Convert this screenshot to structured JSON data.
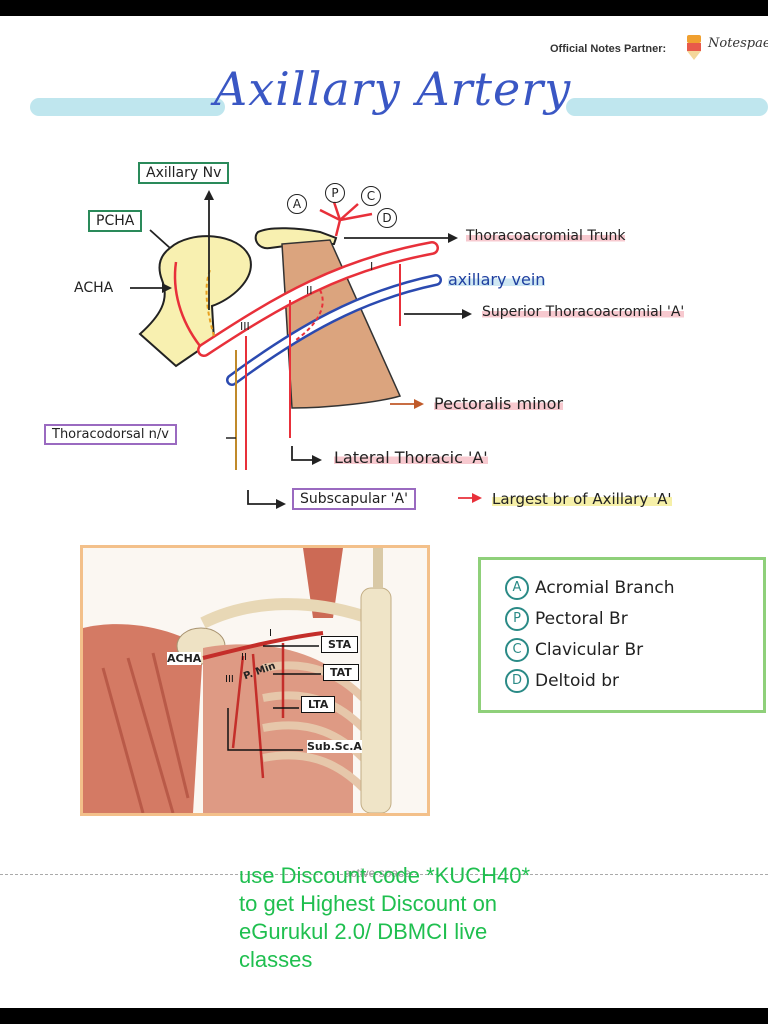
{
  "header": {
    "partner_label": "Official Notes Partner:",
    "brand_name": "Notespaedia"
  },
  "title": "Axillary Artery",
  "diagram": {
    "axillary_nv": "Axillary Nv",
    "pcha": "PCHA",
    "acha": "ACHA",
    "branch_circles": [
      "A",
      "P",
      "C",
      "D"
    ],
    "thoracoacromial_trunk": "Thoracoacromial Trunk",
    "axillary_vein": "axillary vein",
    "superior_thoraco": "Superior Thoracoacromial 'A'",
    "part_labels": [
      "I",
      "II",
      "III"
    ],
    "pectoralis_minor": "Pectoralis minor",
    "thoracodorsal": "Thoracodorsal n/v",
    "lateral_thoracic": "Lateral Thoracic 'A'",
    "subscapular": "Subscapular 'A'",
    "largest_branch": "Largest br of Axillary 'A'"
  },
  "photo": {
    "acha": "ACHA",
    "parts": [
      "I",
      "II",
      "III"
    ],
    "p_min": "P. Min",
    "sta": "STA",
    "tat": "TAT",
    "lta": "LTA",
    "sub": "Sub.Sc.A"
  },
  "legend": [
    {
      "letter": "A",
      "text": "Acromial Branch"
    },
    {
      "letter": "P",
      "text": "Pectoral Br"
    },
    {
      "letter": "C",
      "text": "Clavicular Br"
    },
    {
      "letter": "D",
      "text": "Deltoid br"
    }
  ],
  "overlay": {
    "active_space": "active space",
    "promo": "use Discount code *KUCH40* to get Highest Discount on eGurukul 2.0/ DBMCI live classes"
  }
}
